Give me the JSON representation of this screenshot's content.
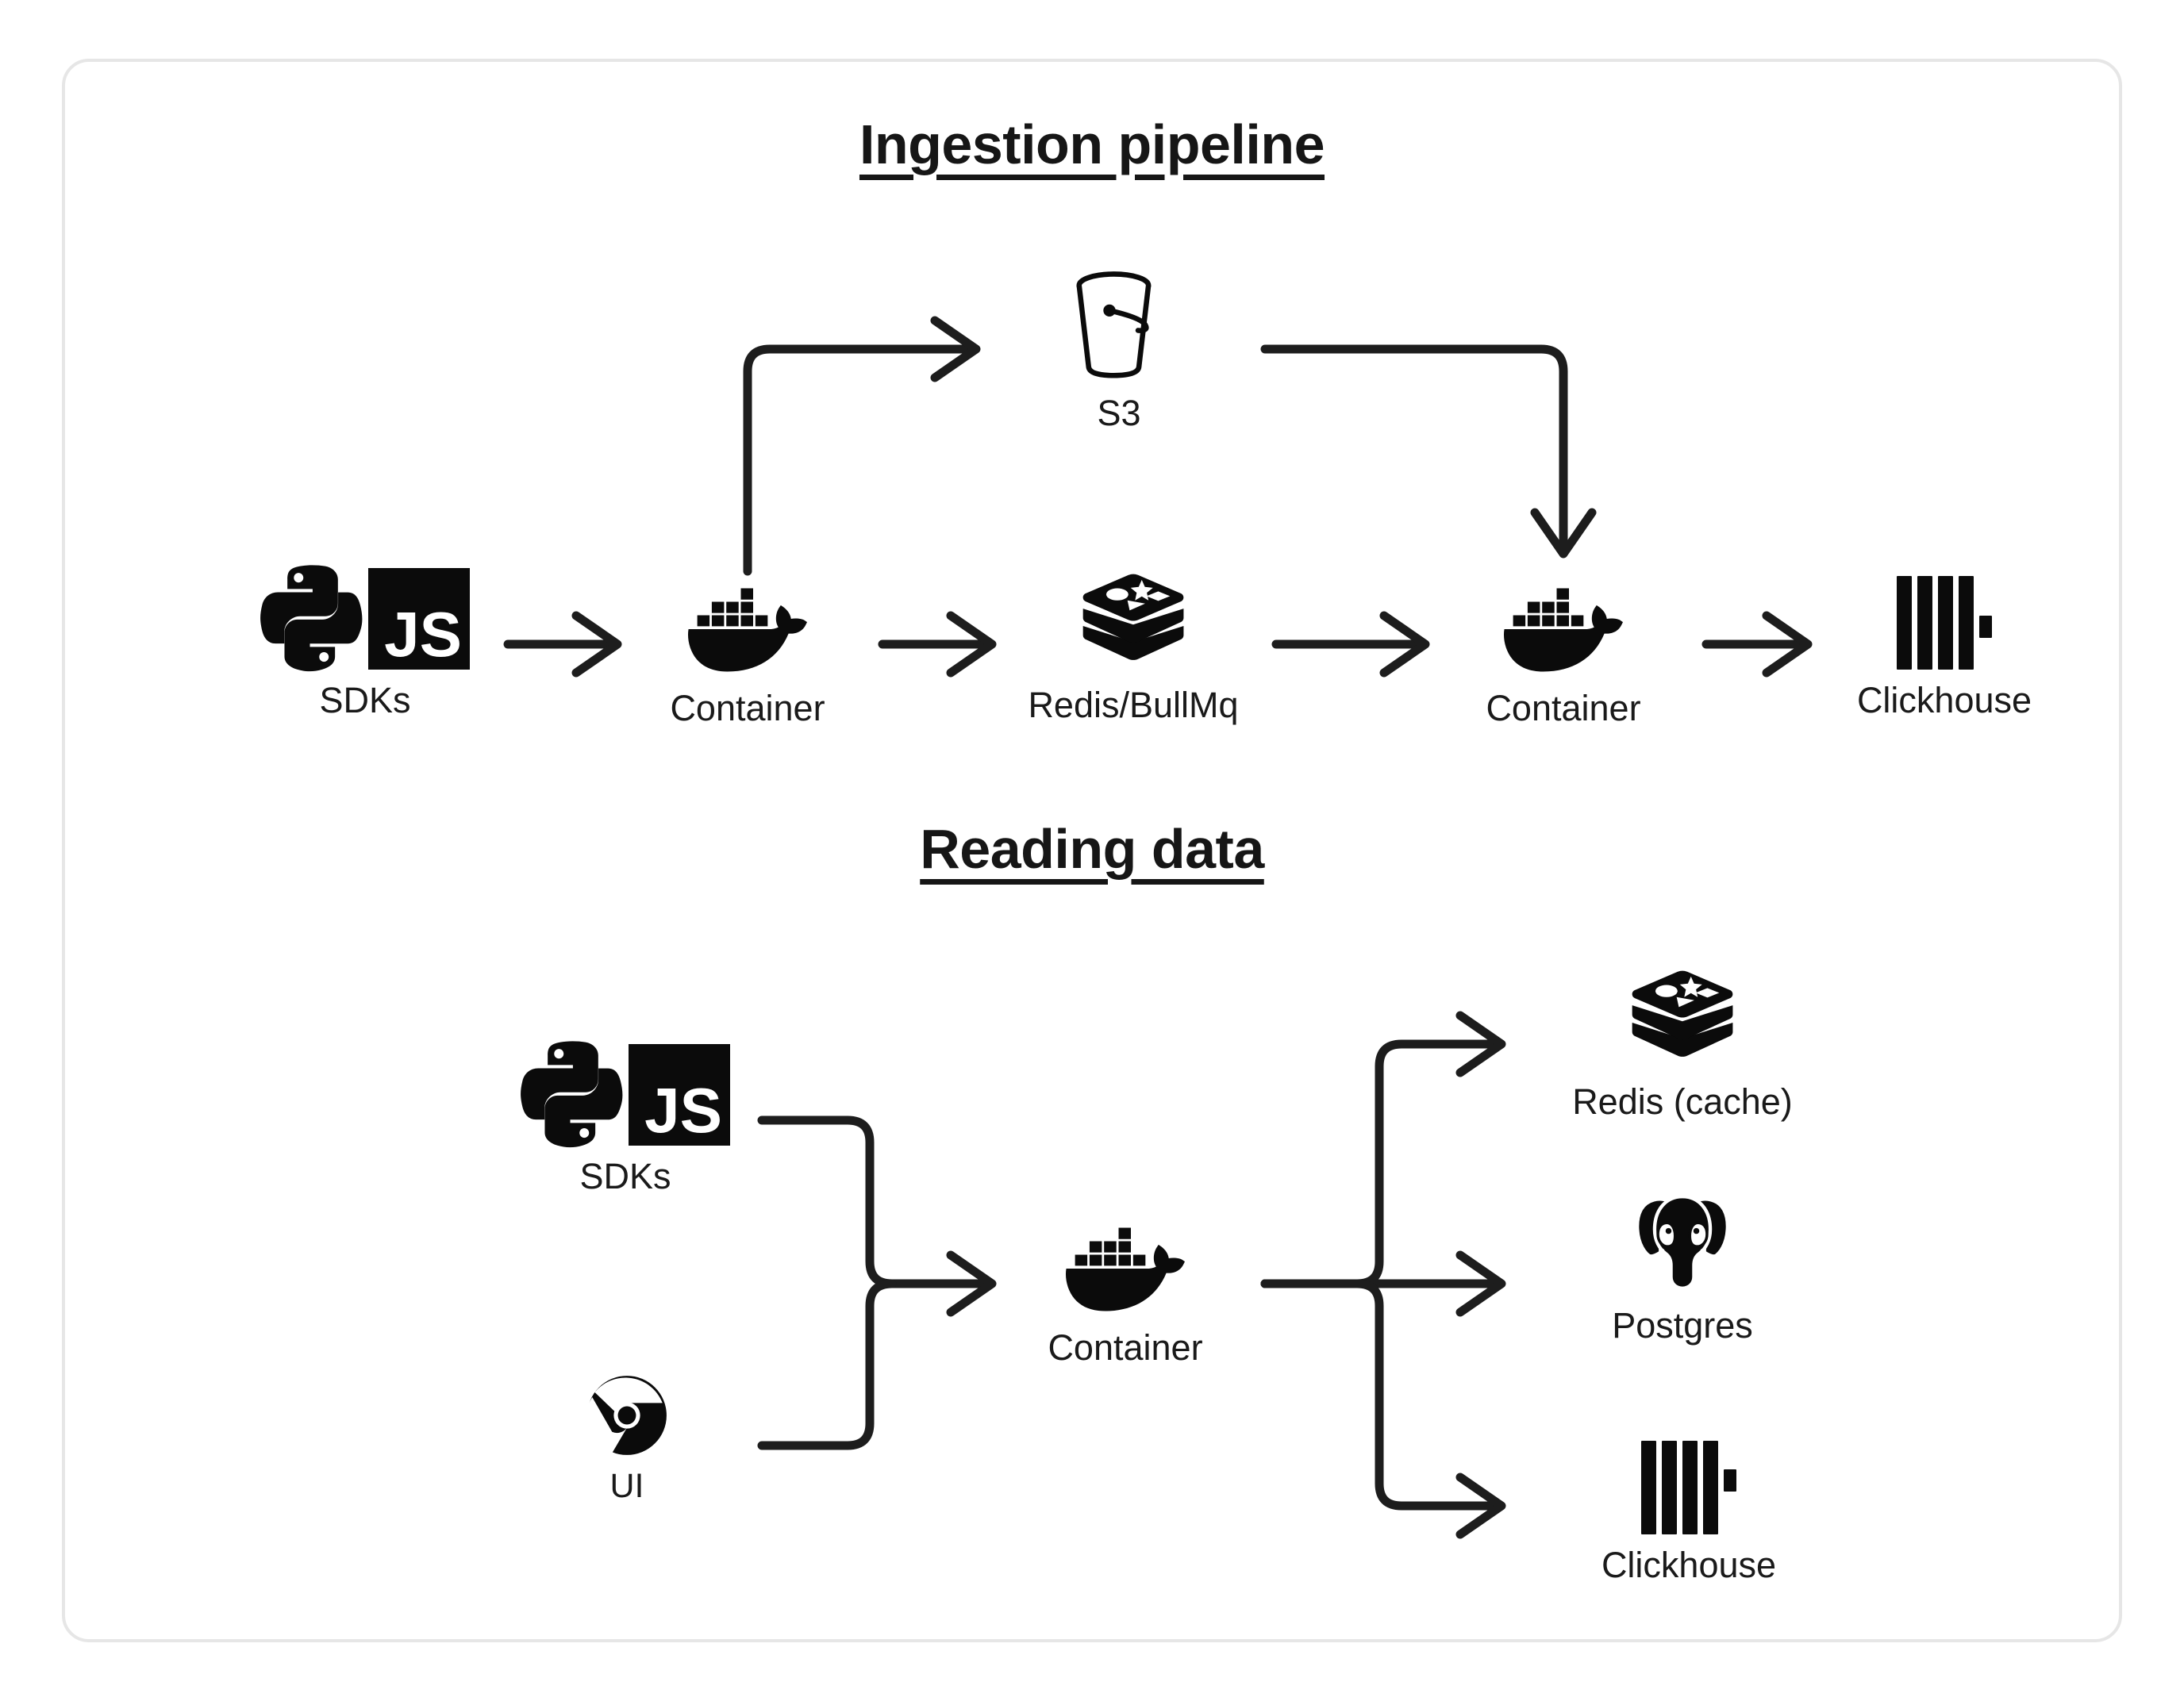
{
  "card": {
    "border_color": "#e6e6e6",
    "background": "#ffffff"
  },
  "theme": {
    "ink": "#161616",
    "wire": "#1d1d1d",
    "js_badge_bg": "#0b0b0b",
    "js_badge_fg": "#ffffff"
  },
  "sections": [
    {
      "id": "ingestion",
      "title": "Ingestion pipeline",
      "nodes": [
        {
          "id": "sdks-ingest",
          "label": "SDKs",
          "icon": "python-js-sdk-icon"
        },
        {
          "id": "container-ingest",
          "label": "Container",
          "icon": "docker-whale-icon"
        },
        {
          "id": "redis-bullmq",
          "label": "Redis/BullMq",
          "icon": "redis-stack-icon"
        },
        {
          "id": "container-worker",
          "label": "Container",
          "icon": "docker-whale-icon"
        },
        {
          "id": "clickhouse-ingest",
          "label": "Clickhouse",
          "icon": "clickhouse-bars-icon"
        },
        {
          "id": "s3",
          "label": "S3",
          "icon": "s3-bucket-icon"
        }
      ],
      "edges": [
        {
          "from": "sdks-ingest",
          "to": "container-ingest",
          "kind": "straight-arrow"
        },
        {
          "from": "container-ingest",
          "to": "s3",
          "kind": "elbow-up-right-arrow"
        },
        {
          "from": "container-ingest",
          "to": "redis-bullmq",
          "kind": "straight-arrow"
        },
        {
          "from": "s3",
          "to": "container-worker",
          "kind": "elbow-right-down-arrow"
        },
        {
          "from": "redis-bullmq",
          "to": "container-worker",
          "kind": "straight-arrow"
        },
        {
          "from": "container-worker",
          "to": "clickhouse-ingest",
          "kind": "straight-arrow"
        }
      ]
    },
    {
      "id": "reading",
      "title": "Reading data",
      "nodes": [
        {
          "id": "sdks-read",
          "label": "SDKs",
          "icon": "python-js-sdk-icon"
        },
        {
          "id": "ui-chrome",
          "label": "UI",
          "icon": "chrome-icon"
        },
        {
          "id": "container-read",
          "label": "Container",
          "icon": "docker-whale-icon"
        },
        {
          "id": "redis-cache",
          "label": "Redis (cache)",
          "icon": "redis-stack-icon"
        },
        {
          "id": "postgres",
          "label": "Postgres",
          "icon": "postgres-elephant-icon"
        },
        {
          "id": "clickhouse-read",
          "label": "Clickhouse",
          "icon": "clickhouse-bars-icon"
        }
      ],
      "edges": [
        {
          "from": "sdks-read",
          "to": "container-read",
          "kind": "merge-arrow"
        },
        {
          "from": "ui-chrome",
          "to": "container-read",
          "kind": "merge-arrow"
        },
        {
          "from": "container-read",
          "to": "redis-cache",
          "kind": "fanout-up-arrow"
        },
        {
          "from": "container-read",
          "to": "postgres",
          "kind": "fanout-straight-arrow"
        },
        {
          "from": "container-read",
          "to": "clickhouse-read",
          "kind": "fanout-down-arrow"
        }
      ]
    }
  ],
  "icon_labels": {
    "python": "python-logo-icon",
    "js": "JS",
    "docker": "docker-whale-icon",
    "redis": "redis-stack-icon",
    "clickhouse": "clickhouse-bars-icon",
    "s3": "s3-bucket-icon",
    "chrome": "chrome-icon",
    "postgres": "postgres-elephant-icon"
  }
}
